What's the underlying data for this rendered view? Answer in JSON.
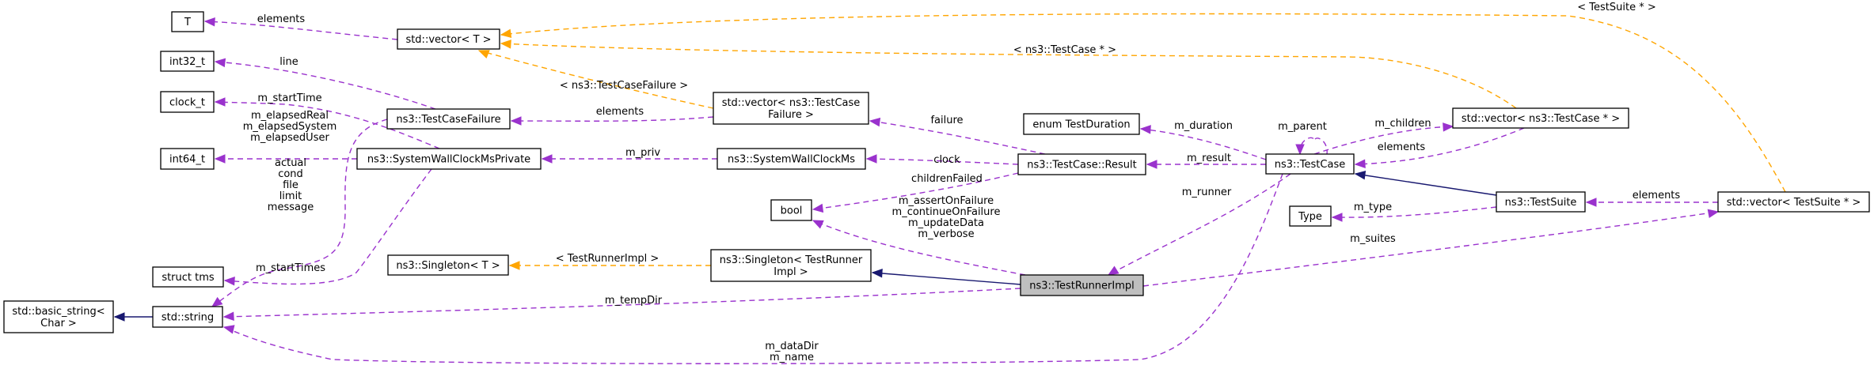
{
  "title": "Collaboration diagram for ns3::TestRunnerImpl",
  "colors": {
    "member_edge": "#9a32cd",
    "template_edge": "#ffa500",
    "inheritance_edge": "#191970",
    "focus_node_fill": "#bfbfbf"
  },
  "nodes": [
    {
      "id": "T",
      "lines": [
        "T"
      ]
    },
    {
      "id": "vectorT",
      "lines": [
        "std::vector< T >"
      ]
    },
    {
      "id": "int32",
      "lines": [
        "int32_t"
      ]
    },
    {
      "id": "clock",
      "lines": [
        "clock_t"
      ]
    },
    {
      "id": "int64",
      "lines": [
        "int64_t"
      ]
    },
    {
      "id": "tms",
      "lines": [
        "struct tms"
      ]
    },
    {
      "id": "basicstring",
      "lines": [
        "std::basic_string<",
        "Char >"
      ]
    },
    {
      "id": "string",
      "lines": [
        "std::string"
      ]
    },
    {
      "id": "tcfailure",
      "lines": [
        "ns3::TestCaseFailure"
      ]
    },
    {
      "id": "swcmp",
      "lines": [
        "ns3::SystemWallClockMsPrivate"
      ]
    },
    {
      "id": "singletonT",
      "lines": [
        "ns3::Singleton< T >"
      ]
    },
    {
      "id": "vectorTCF",
      "lines": [
        "std::vector< ns3::TestCase",
        "Failure >"
      ]
    },
    {
      "id": "swcm",
      "lines": [
        "ns3::SystemWallClockMs"
      ]
    },
    {
      "id": "bool",
      "lines": [
        "bool"
      ]
    },
    {
      "id": "singletonTRI",
      "lines": [
        "ns3::Singleton< TestRunner",
        "Impl >"
      ]
    },
    {
      "id": "runner",
      "lines": [
        "ns3::TestRunnerImpl"
      ],
      "focus": true
    },
    {
      "id": "duration",
      "lines": [
        "enum TestDuration"
      ]
    },
    {
      "id": "result",
      "lines": [
        "ns3::TestCase::Result"
      ]
    },
    {
      "id": "testcase",
      "lines": [
        "ns3::TestCase"
      ]
    },
    {
      "id": "vectorTC",
      "lines": [
        "std::vector< ns3::TestCase * >"
      ]
    },
    {
      "id": "type",
      "lines": [
        "Type"
      ]
    },
    {
      "id": "suite",
      "lines": [
        "ns3::TestSuite"
      ]
    },
    {
      "id": "vectorTS",
      "lines": [
        "std::vector< TestSuite * >"
      ]
    }
  ],
  "edges": [
    {
      "id": "e-vecT-T",
      "from": "vectorT",
      "to": "T",
      "kind": "member",
      "label": [
        "elements"
      ]
    },
    {
      "id": "e-tcf-int32",
      "from": "tcfailure",
      "to": "int32",
      "kind": "member",
      "label": [
        "line"
      ]
    },
    {
      "id": "e-swcmp-clock",
      "from": "swcmp",
      "to": "clock",
      "kind": "member",
      "label": [
        "m_startTime"
      ]
    },
    {
      "id": "e-swcmp-int64",
      "from": "swcmp",
      "to": "int64",
      "kind": "member",
      "label": [
        "m_elapsedReal",
        "m_elapsedSystem",
        "m_elapsedUser"
      ]
    },
    {
      "id": "e-tcf-string",
      "from": "tcfailure",
      "to": "string",
      "kind": "member",
      "label": [
        "actual",
        "cond",
        "file",
        "limit",
        "message"
      ]
    },
    {
      "id": "e-swcmp-tms",
      "from": "swcmp",
      "to": "tms",
      "kind": "member",
      "label": [
        "m_startTimes"
      ]
    },
    {
      "id": "e-string-basic",
      "from": "string",
      "to": "basicstring",
      "kind": "inherit",
      "label": []
    },
    {
      "id": "e-vecTCF-vecT",
      "from": "vectorTCF",
      "to": "vectorT",
      "kind": "template",
      "label": [
        "< ns3::TestCaseFailure >"
      ]
    },
    {
      "id": "e-vecTCF-tcf",
      "from": "vectorTCF",
      "to": "tcfailure",
      "kind": "member",
      "label": [
        "elements"
      ]
    },
    {
      "id": "e-swcm-swcmp",
      "from": "swcm",
      "to": "swcmp",
      "kind": "member",
      "label": [
        "m_priv"
      ]
    },
    {
      "id": "e-result-vecTCF",
      "from": "result",
      "to": "vectorTCF",
      "kind": "member",
      "label": [
        "failure"
      ]
    },
    {
      "id": "e-result-swcm",
      "from": "result",
      "to": "swcm",
      "kind": "member",
      "label": [
        "clock"
      ]
    },
    {
      "id": "e-result-bool",
      "from": "result",
      "to": "bool",
      "kind": "member",
      "label": [
        "childrenFailed"
      ]
    },
    {
      "id": "e-runner-bool",
      "from": "runner",
      "to": "bool",
      "kind": "member",
      "label": [
        "m_assertOnFailure",
        "m_continueOnFailure",
        "m_updateData",
        "m_verbose"
      ]
    },
    {
      "id": "e-singTRI-singT",
      "from": "singletonTRI",
      "to": "singletonT",
      "kind": "template",
      "label": [
        "< TestRunnerImpl >"
      ]
    },
    {
      "id": "e-runner-singTRI",
      "from": "runner",
      "to": "singletonTRI",
      "kind": "inherit",
      "label": []
    },
    {
      "id": "e-runner-string",
      "from": "runner",
      "to": "string",
      "kind": "member",
      "label": [
        "m_tempDir"
      ]
    },
    {
      "id": "e-testcase-string",
      "from": "testcase",
      "to": "string",
      "kind": "member",
      "label": [
        "m_dataDir",
        "m_name"
      ]
    },
    {
      "id": "e-testcase-duration",
      "from": "testcase",
      "to": "duration",
      "kind": "member",
      "label": [
        "m_duration"
      ]
    },
    {
      "id": "e-testcase-result",
      "from": "testcase",
      "to": "result",
      "kind": "member",
      "label": [
        "m_result"
      ]
    },
    {
      "id": "e-testcase-runner",
      "from": "testcase",
      "to": "runner",
      "kind": "member",
      "label": [
        "m_runner"
      ]
    },
    {
      "id": "e-testcase-self",
      "from": "testcase",
      "to": "testcase",
      "kind": "member",
      "label": [
        "m_parent"
      ]
    },
    {
      "id": "e-testcase-vecTC",
      "from": "testcase",
      "to": "vectorTC",
      "kind": "member",
      "label": [
        "m_children"
      ]
    },
    {
      "id": "e-vecTC-testcase",
      "from": "vectorTC",
      "to": "testcase",
      "kind": "member",
      "label": [
        "elements"
      ]
    },
    {
      "id": "e-vecTC-vecT",
      "from": "vectorTC",
      "to": "vectorT",
      "kind": "template",
      "label": [
        "< ns3::TestCase * >"
      ]
    },
    {
      "id": "e-vecTS-vecT",
      "from": "vectorTS",
      "to": "vectorT",
      "kind": "template",
      "label": [
        "< TestSuite * >"
      ]
    },
    {
      "id": "e-suite-testcase",
      "from": "suite",
      "to": "testcase",
      "kind": "inherit",
      "label": []
    },
    {
      "id": "e-suite-type",
      "from": "suite",
      "to": "type",
      "kind": "member",
      "label": [
        "m_type"
      ]
    },
    {
      "id": "e-vecTS-suite",
      "from": "vectorTS",
      "to": "suite",
      "kind": "member",
      "label": [
        "elements"
      ]
    },
    {
      "id": "e-runner-vecTS",
      "from": "runner",
      "to": "vectorTS",
      "kind": "member",
      "label": [
        "m_suites"
      ]
    }
  ]
}
